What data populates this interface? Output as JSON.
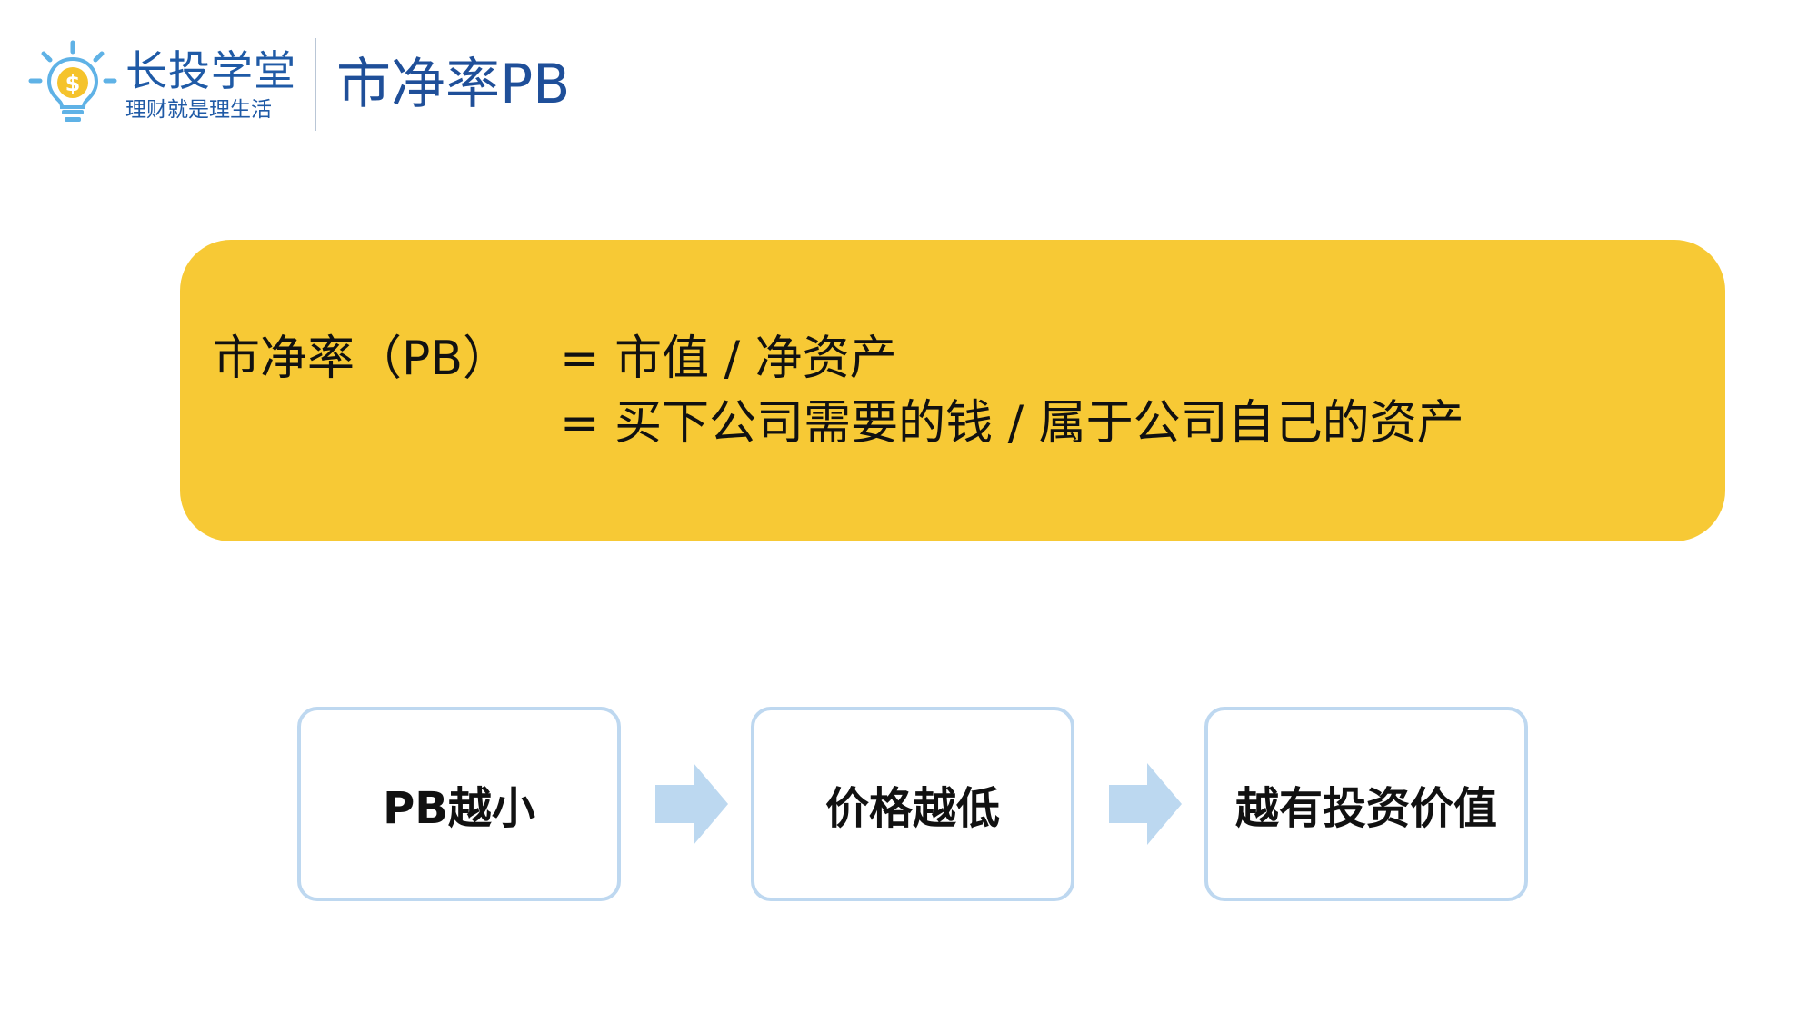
{
  "header": {
    "logo_name": "长投学堂",
    "logo_slogan": "理财就是理生活",
    "page_title": "市净率PB"
  },
  "definition": {
    "term": "市净率（PB）",
    "line1": "= 市值 / 净资产",
    "line2": "= 买下公司需要的钱 / 属于公司自己的资产"
  },
  "flow": [
    {
      "label": "PB越小"
    },
    {
      "label": "价格越低"
    },
    {
      "label": "越有投资价值"
    }
  ],
  "icons": [
    "lightbulb-dollar-icon",
    "arrow-right-icon"
  ],
  "colors": {
    "brand_blue": "#1f5aa6",
    "highlight_yellow": "#f7c935",
    "logo_yellow": "#f5c32c",
    "logo_light_blue": "#5fb2e6",
    "flow_border": "#bed8f0",
    "arrow_fill": "#bcd8f0"
  }
}
